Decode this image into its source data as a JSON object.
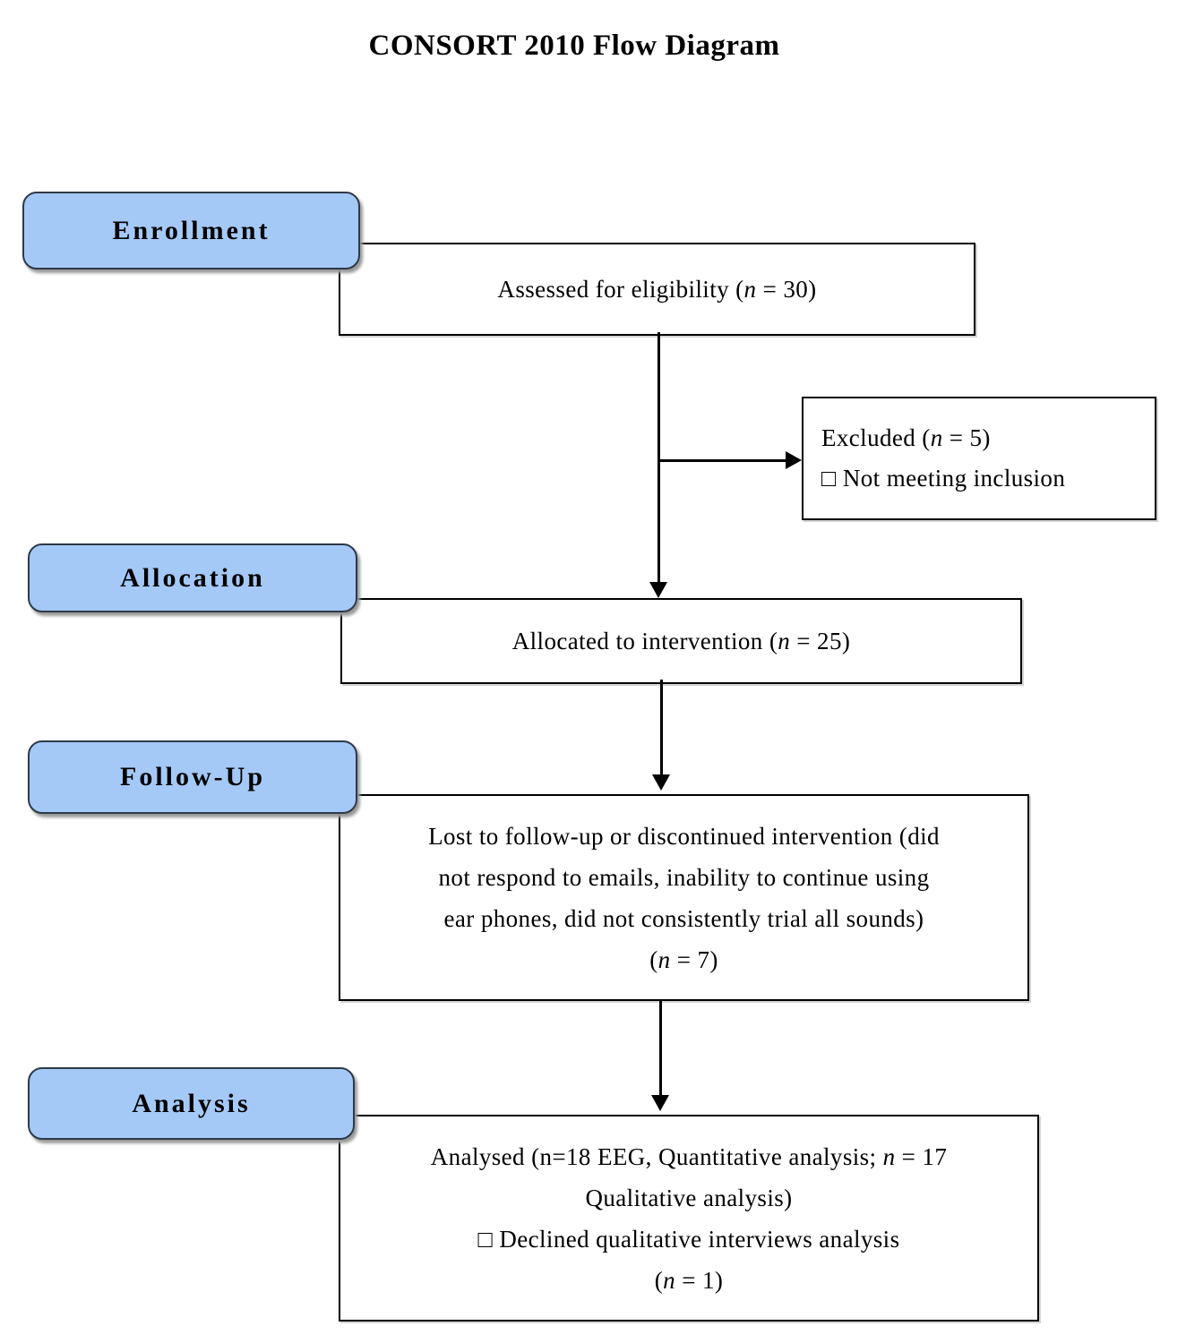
{
  "title": "CONSORT 2010 Flow Diagram",
  "colors": {
    "stage_fill": "#a5c9f7",
    "stage_border": "#2e3a48",
    "box_border": "#000000",
    "arrow": "#000000"
  },
  "stages": {
    "enrollment": "Enrollment",
    "allocation": "Allocation",
    "followup": "Follow-Up",
    "analysis": "Analysis"
  },
  "boxes": {
    "assessed": {
      "lines": [
        [
          {
            "t": "Assessed for eligibility ("
          },
          {
            "t": "n",
            "i": true
          },
          {
            "t": " = 30)"
          }
        ]
      ]
    },
    "excluded": {
      "lines": [
        [
          {
            "t": "Excluded ("
          },
          {
            "t": "n",
            "i": true
          },
          {
            "t": " = 5)"
          }
        ],
        [
          {
            "t": "□ Not meeting inclusion"
          }
        ]
      ]
    },
    "allocated": {
      "lines": [
        [
          {
            "t": "Allocated to intervention ("
          },
          {
            "t": "n",
            "i": true
          },
          {
            "t": " = 25)"
          }
        ]
      ]
    },
    "followup": {
      "lines": [
        [
          {
            "t": "Lost to follow-up or discontinued intervention (did"
          }
        ],
        [
          {
            "t": "not respond to emails, inability to continue using"
          }
        ],
        [
          {
            "t": "ear phones, did not consistently trial all sounds)"
          }
        ],
        [
          {
            "t": "("
          },
          {
            "t": "n",
            "i": true
          },
          {
            "t": " = 7)"
          }
        ]
      ]
    },
    "analysed": {
      "lines": [
        [
          {
            "t": "Analysed (n=18 EEG, Quantitative analysis; "
          },
          {
            "t": "n",
            "i": true
          },
          {
            "t": " = 17"
          }
        ],
        [
          {
            "t": "Qualitative analysis)"
          }
        ],
        [
          {
            "t": "□ Declined qualitative interviews analysis"
          }
        ],
        [
          {
            "t": "("
          },
          {
            "t": "n",
            "i": true
          },
          {
            "t": " = 1)"
          }
        ]
      ]
    }
  }
}
